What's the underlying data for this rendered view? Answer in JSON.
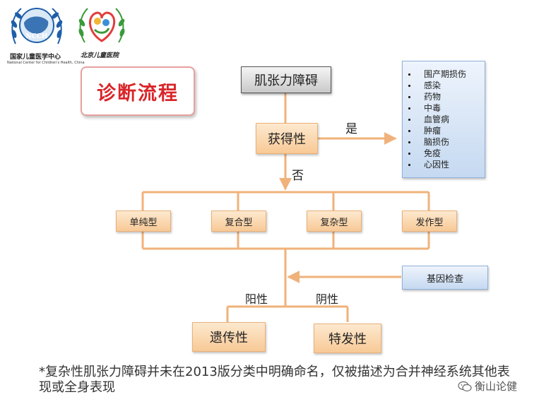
{
  "header": {
    "logo_left_caption": "国家儿童医学中心",
    "logo_left_sub": "National Center for Children's Health, China",
    "logo_left_mark": "NCCH",
    "logo_right_caption": "北京儿童医院"
  },
  "title": "诊断流程",
  "nodes": {
    "root": "肌张力障碍",
    "acquired": "获得性",
    "types": [
      "单纯型",
      "复合型",
      "复杂型",
      "发作型"
    ],
    "genetic_test": "基因检查",
    "hereditary": "遗传性",
    "idiopathic": "特发性"
  },
  "causes": [
    "围产期损伤",
    "感染",
    "药物",
    "中毒",
    "血管病",
    "肿瘤",
    "脑损伤",
    "免疫",
    "心因性"
  ],
  "edge_labels": {
    "yes": "是",
    "no": "否",
    "positive": "阳性",
    "negative": "阴性"
  },
  "footnote": "*复杂性肌张力障碍并未在2013版分类中明确命名，仅被描述为合并神经系统其他表现或全身表现",
  "watermark": "衡山论健",
  "colors": {
    "line": "#f0b27a",
    "title_red": "#d9262a"
  }
}
